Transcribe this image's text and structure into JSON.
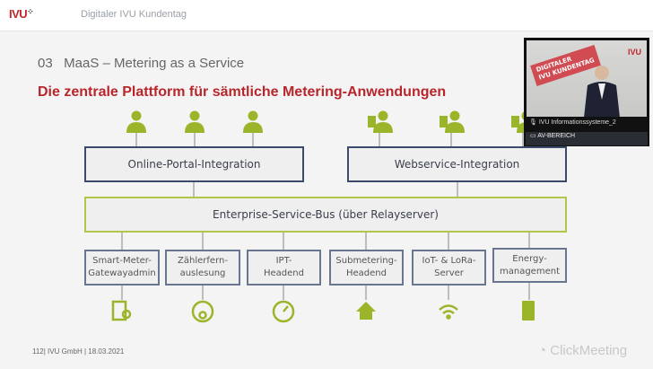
{
  "header": {
    "logo": "IVU",
    "conference": "Digitaler IVU Kundentag"
  },
  "slide": {
    "section": "03   MaaS – Metering as a Service",
    "title": "Die zentrale Plattform für sämtliche Metering-Anwendungen",
    "top_boxes": [
      "Online-Portal-Integration",
      "Webservice-Integration"
    ],
    "bus": "Enterprise-Service-Bus (über Relayserver)",
    "modules": [
      {
        "l1": "Smart-Meter-",
        "l2": "Gatewayadmin",
        "icon": "certificate-icon"
      },
      {
        "l1": "Zählerfern-",
        "l2": "auslesung",
        "icon": "meter-icon"
      },
      {
        "l1": "IPT-",
        "l2": "Headend",
        "icon": "gauge-icon"
      },
      {
        "l1": "Submetering-",
        "l2": "Headend",
        "icon": "house-network-icon"
      },
      {
        "l1": "IoT- & LoRa-",
        "l2": "Server",
        "icon": "wifi-icon"
      },
      {
        "l1": "Energy-",
        "l2": "management",
        "icon": "charging-station-icon"
      }
    ],
    "footer": "112| IVU GmbH | 18.03.2021"
  },
  "video": {
    "banner1": "DIGITALER",
    "banner2": "IVU KUNDENTAG",
    "logo": "IVU",
    "participant": "IVU Informationssysteme_2",
    "area": "AV-BEREICH"
  },
  "watermark": "ClickMeeting",
  "colors": {
    "accent": "#b8262b",
    "green": "#9bb52a",
    "navy": "#3c4a6b"
  }
}
